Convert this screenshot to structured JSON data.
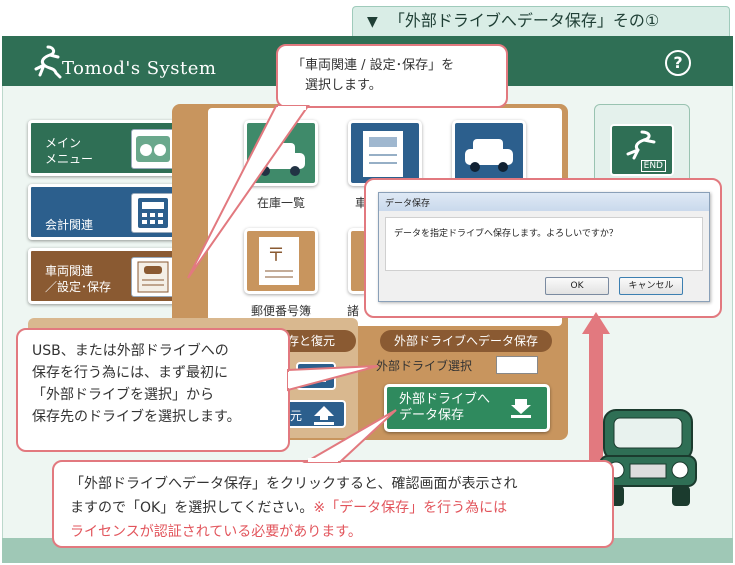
{
  "step": {
    "title": "「外部ドライブへデータ保存」その①"
  },
  "app": {
    "title": "Tomod's System",
    "help": "?"
  },
  "sidebar": {
    "main_menu": "メイン\nメニュー",
    "accounting": "会計関連",
    "vehicle": "車両関連\n／設定･保存"
  },
  "tiles": {
    "stock_list": "在庫一覧",
    "vehicle_partial": "車",
    "postal_book": "郵便番号簿",
    "misc_partial": "諸"
  },
  "section": {
    "backup_partial": "存と復元",
    "external_save": "外部ドライブへデータ保存",
    "drive_select": "外部ドライブ選択",
    "save_button": "外部ドライブへ\nデータ保存",
    "restore_partial": "元"
  },
  "end_button": {
    "label": "END"
  },
  "dialog": {
    "title": "データ保存",
    "message": "データを指定ドライブへ保存します。よろしいですか？",
    "ok": "OK",
    "cancel": "キャンセル"
  },
  "callouts": {
    "c1": "「車両関連 / 設定･保存」を\n　選択します。",
    "c2": "USB、または外部ドライブへの\n保存を行う為には、まず最初に\n「外部ドライブを選択」から\n保存先のドライブを選択します。",
    "c3_normal": "「外部ドライブへデータ保存」をクリックすると、確認画面が表示され\nますので「OK」を選択してください。",
    "c3_red": "※「データ保存」を行う為には\nライセンスが認証されている必要があります。"
  },
  "colors": {
    "header": "#2f6f55",
    "accent_red": "#e2555c",
    "callout_border": "#e2797f",
    "brown_panel": "#c8955e"
  }
}
